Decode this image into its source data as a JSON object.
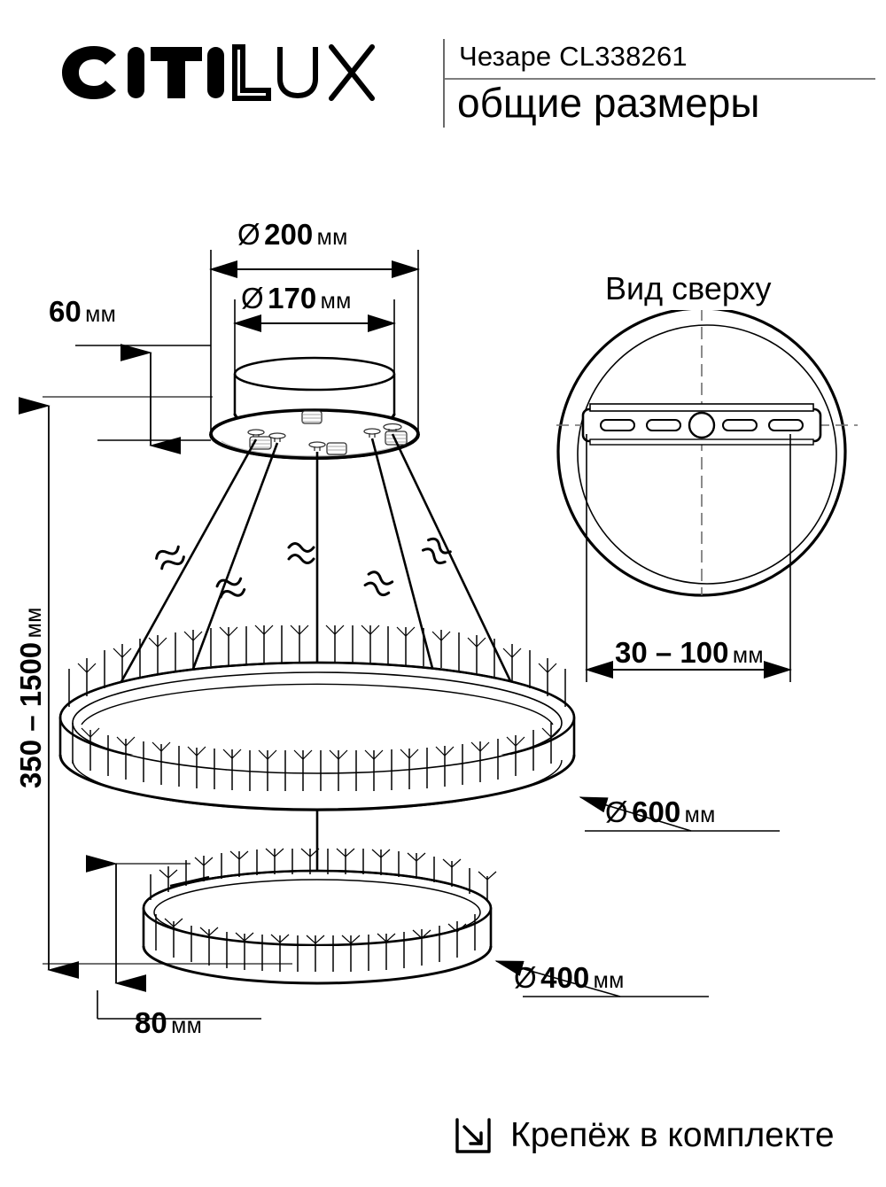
{
  "header": {
    "brand": "CITILUX",
    "model": "Чезаре CL338261",
    "title": "общие размеры"
  },
  "views": {
    "top_view_label": "Вид сверху"
  },
  "dimensions": {
    "canopy_outer": {
      "symbol": "Ø",
      "value": "200",
      "unit": "мм"
    },
    "canopy_inner": {
      "symbol": "Ø",
      "value": "170",
      "unit": "мм"
    },
    "canopy_height": {
      "value": "60",
      "unit": "мм"
    },
    "suspension": {
      "value": "350 – 1500",
      "unit": "мм"
    },
    "ring_large": {
      "symbol": "Ø",
      "value": "600",
      "unit": "мм"
    },
    "ring_small": {
      "symbol": "Ø",
      "value": "400",
      "unit": "мм"
    },
    "ring_height": {
      "value": "80",
      "unit": "мм"
    },
    "bracket_span": {
      "value": "30 – 100",
      "unit": "мм"
    }
  },
  "footer": {
    "icon": "arrow-into-box-icon",
    "label": "Крепёж в комплекте"
  },
  "colors": {
    "line": "#000000",
    "gray_line": "#707070",
    "background": "#ffffff"
  }
}
